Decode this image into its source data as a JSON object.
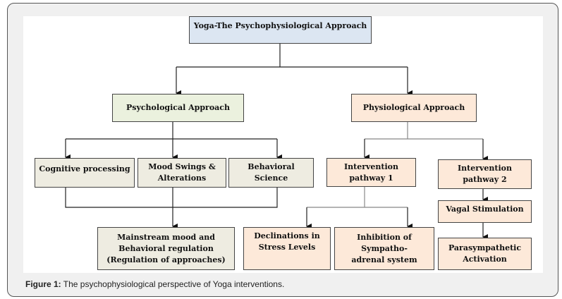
{
  "title": "Yoga-The Psychophysiological Approach",
  "branches": {
    "psychological": "Psychological Approach",
    "physiological": "Physiological Approach"
  },
  "psychological_nodes": {
    "cognitive": "Cognitive processing",
    "mood": "Mood Swings & Alterations",
    "behavioral": "Behavioral Science",
    "mainstream": "Mainstream mood and Behavioral regulation (Regulation of approaches)"
  },
  "physiological_nodes": {
    "pathway1": "Intervention pathway 1",
    "pathway2": "Intervention pathway 2",
    "vagal": "Vagal Stimulation",
    "declinations": "Declinations in Stress Levels",
    "inhibition": "Inhibition of Sympatho-adrenal system",
    "parasympathetic": "Parasympathetic Activation"
  },
  "caption": {
    "label": "Figure 1:",
    "text": " The psychophysiological perspective of Yoga interventions."
  }
}
